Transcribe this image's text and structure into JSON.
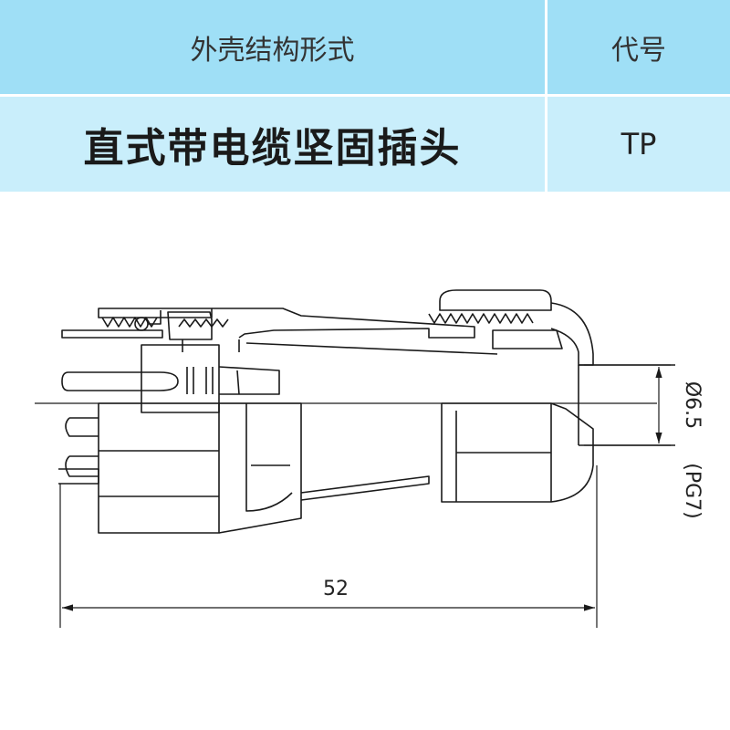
{
  "table": {
    "header": {
      "structure_label": "外壳结构形式",
      "code_label": "代号"
    },
    "row": {
      "structure_value": "直式带电缆坚固插头",
      "code_value": "TP"
    }
  },
  "drawing": {
    "length_dim": "52",
    "diameter_dim": "Ø6.5",
    "thread_dim": "(PG7)"
  },
  "colors": {
    "header_bg": "#9fdff6",
    "row_bg": "#c9eefb",
    "line": "#1a1a1a"
  }
}
